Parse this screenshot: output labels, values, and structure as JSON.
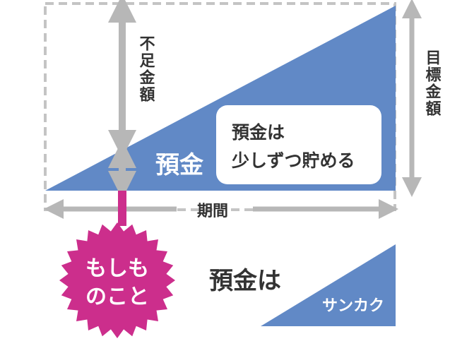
{
  "labels": {
    "shortfall_amount": "不足金額",
    "target_amount": "目標金額",
    "savings": "預金",
    "period": "期間",
    "callout_line1": "預金は",
    "callout_line2": "少しずつ貯める",
    "emergency_line1": "もしも",
    "emergency_line2": "のこと",
    "bottom_savings": "預金は",
    "triangle": "サンカク"
  },
  "colors": {
    "triangle_blue": "#6189c6",
    "gray_arrow": "#b7b7b7",
    "dashed_frame": "#c4c4c4",
    "magenta": "#cc2e8c",
    "text_dark": "#333333",
    "white": "#ffffff"
  }
}
